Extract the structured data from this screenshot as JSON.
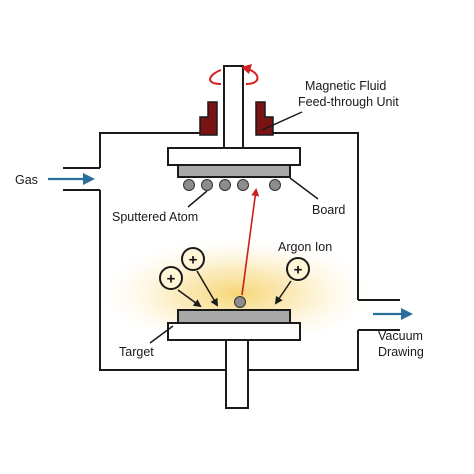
{
  "labels": {
    "magnetic_fluid_line1": "Magnetic Fluid",
    "magnetic_fluid_line2": "Feed-through Unit",
    "gas": "Gas",
    "board": "Board",
    "sputtered_atom": "Sputtered Atom",
    "argon_ion": "Argon Ion",
    "target": "Target",
    "vacuum_line1": "Vacuum",
    "vacuum_line2": "Drawing"
  },
  "ion_symbol": "+",
  "colors": {
    "outline": "#1a1a1a",
    "plate_fill": "#a9a9a9",
    "atom_fill": "#8c8c8c",
    "seal_fill": "#7a1414",
    "rotation_arrow": "#d42020",
    "trajectory_arrow": "#c81e1e",
    "flow_arrow": "#2a6f9c",
    "plasma_glow": "#f8d870"
  },
  "sputtered_atom_count": 5
}
